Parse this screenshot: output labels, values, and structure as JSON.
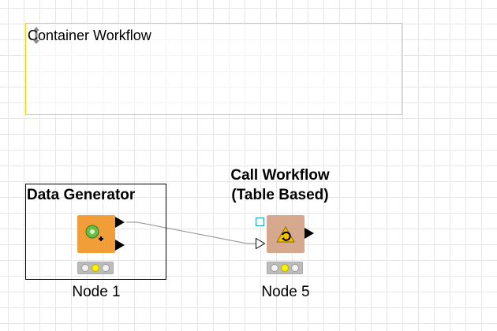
{
  "workflow": {
    "annotation": {
      "text": "Container Workflow",
      "border_color": "#f2d600"
    },
    "nodes": [
      {
        "id": "node-1",
        "title": "Data Generator",
        "label": "Node 1",
        "icon": "data-generator-icon",
        "color": "#f29e38",
        "status_lights": [
          "off",
          "on",
          "off"
        ],
        "selected": true
      },
      {
        "id": "node-5",
        "title": "Call Workflow (Table Based)",
        "title_line1": "Call Workflow",
        "title_line2": "(Table Based)",
        "label": "Node 5",
        "icon": "call-workflow-icon",
        "color": "#d6a88d",
        "status_lights": [
          "off",
          "on",
          "off"
        ],
        "selected": false
      }
    ],
    "connections": [
      {
        "from": "node-1",
        "from_port": 0,
        "to": "node-5",
        "to_port": 0
      }
    ]
  }
}
